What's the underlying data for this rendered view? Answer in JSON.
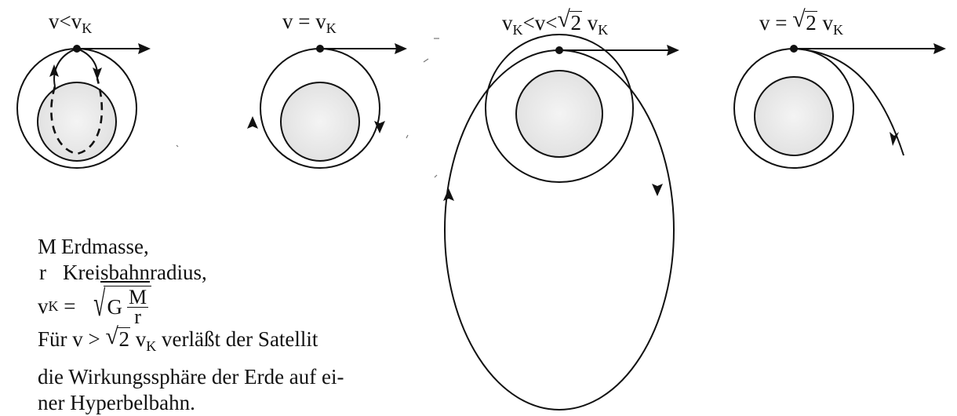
{
  "panels": [
    {
      "id": "sub",
      "label_left": "v<v",
      "label_sub": "K"
    },
    {
      "id": "circular",
      "label_left": "v = v",
      "label_sub": "K"
    },
    {
      "id": "elliptic",
      "label_left": "v",
      "label_sub": "K",
      "label_mid": "<v<",
      "label_root": "2",
      "label_right": " v",
      "label_sub2": "K"
    },
    {
      "id": "parabolic",
      "label_left": "v = ",
      "label_root": "2",
      "label_right": " v",
      "label_sub": "K"
    }
  ],
  "legend": {
    "m_key": "M",
    "m_text": "Erdmasse,",
    "r_key": "r",
    "r_text_a": "Krei",
    "r_text_b": "sbahn",
    "r_text_c": "radius,",
    "formula_v": "v",
    "formula_sub": "K",
    "formula_eq": " = ",
    "formula_g": "G",
    "formula_num": "M",
    "formula_den": "r",
    "note1_a": "Für v > ",
    "note1_root": "2",
    "note1_b": " v",
    "note1_sub": "K",
    "note1_c": " verläßt der Satellit",
    "note2": "die Wirkungssphäre der Erde auf ei-",
    "note3": "ner Hyperbelbahn."
  },
  "colors": {
    "ink": "#111111",
    "earth": "#cfcfcf"
  }
}
